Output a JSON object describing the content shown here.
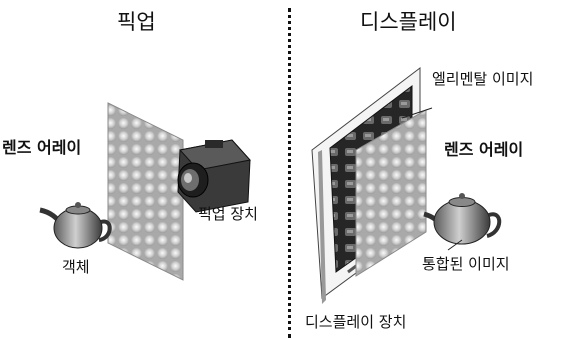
{
  "left": {
    "title": "픽업",
    "lens_array_label": "렌즈 어레이",
    "pickup_device_label": "픽업 장치",
    "object_label": "객체"
  },
  "right": {
    "title": "디스플레이",
    "elemental_image_label": "엘리멘탈 이미지",
    "lens_array_label": "렌즈 어레이",
    "integrated_image_label": "통합된 이미지",
    "display_device_label": "디스플레이 장치"
  },
  "icons": [
    "teapot-icon",
    "camera-icon",
    "lens-array-icon",
    "display-panel-icon",
    "teapot-icon"
  ],
  "colors": {
    "text": "#111111",
    "lens": "#b5b5b5",
    "lens_highlight": "#f4f4f4",
    "dark": "#2a2a2a"
  }
}
